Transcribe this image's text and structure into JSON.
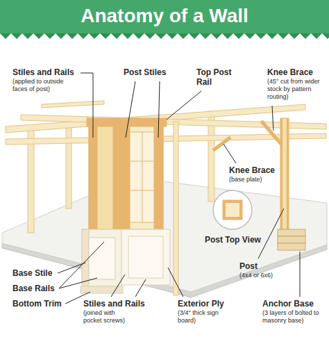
{
  "diagram": {
    "title": "Anatomy of a Wall",
    "labels": [
      "Stiles and Rails",
      "(applied to outside faces of post)",
      "Post Stiles",
      "Top Post Rail",
      "Knee Brace",
      "(45° cut from wider stock by pattern routing)",
      "Knee Brace",
      "(base plate)",
      "Post Top View",
      "Post",
      "(4x4 or 6x6)",
      "Base Stile",
      "Base Rails",
      "Bottom Trim",
      "Stiles and Rails",
      "(joined with pocket screws)",
      "Exterior Ply",
      "(3/4\" thick sign board)",
      "Anchor Base",
      "(3 layers of bolted to masonry base)"
    ]
  }
}
